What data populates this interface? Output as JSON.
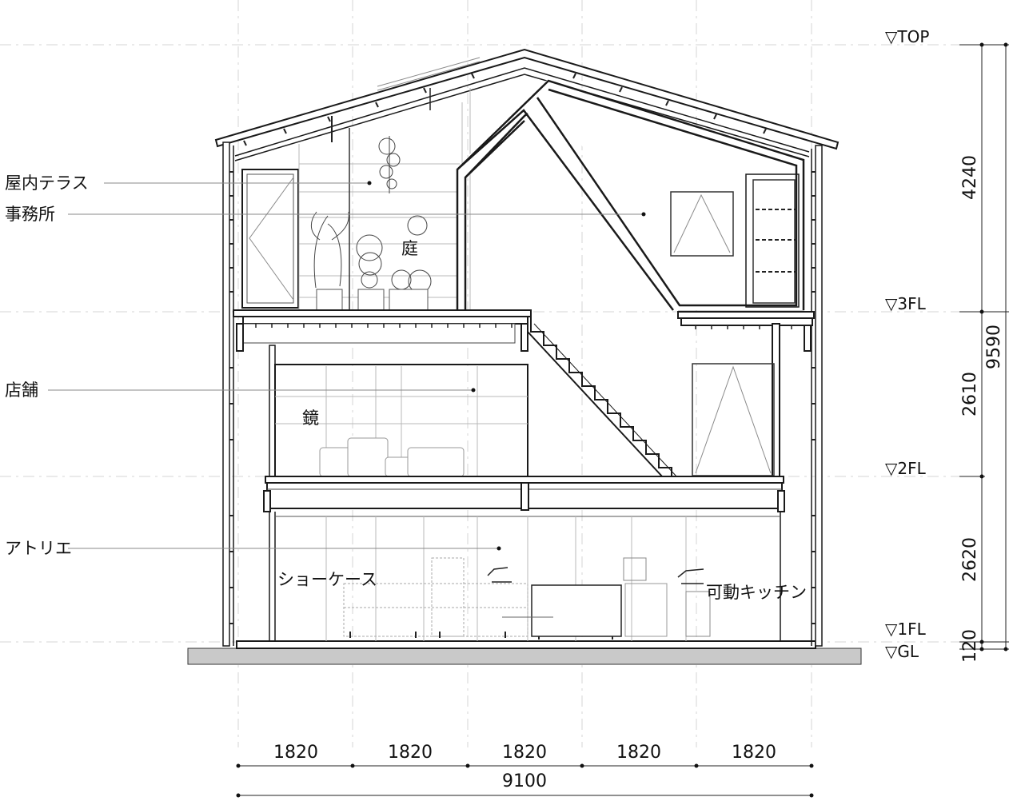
{
  "rooms": {
    "indoor_terrace": "屋内テラス",
    "office": "事務所",
    "shop": "店舗",
    "atelier": "アトリエ",
    "garden": "庭",
    "mirror": "鏡",
    "showcase": "ショーケース",
    "movable_kitchen": "可動キッチン"
  },
  "levels": {
    "top": "▽TOP",
    "fl3": "▽3FL",
    "fl2": "▽2FL",
    "fl1": "▽1FL",
    "gl": "▽GL"
  },
  "vertical_dims": {
    "top_to_3fl": "4240",
    "fl3_to_2fl": "2610",
    "fl2_to_1fl": "2620",
    "fl1_to_gl": "120",
    "total": "9590"
  },
  "horizontal_dims": {
    "spans": [
      "1820",
      "1820",
      "1820",
      "1820",
      "1820"
    ],
    "total": "9100"
  }
}
